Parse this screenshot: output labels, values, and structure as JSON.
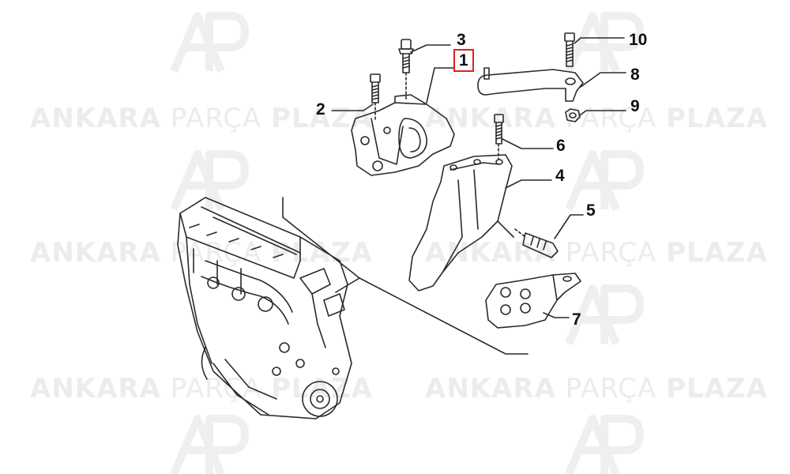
{
  "watermark": {
    "word1": "ANKARA",
    "word2": "PARÇA",
    "word3": "PLAZA",
    "logo_icon": "ap-logo-icon"
  },
  "callouts": [
    {
      "id": "1",
      "label": "1",
      "selected": true
    },
    {
      "id": "2",
      "label": "2"
    },
    {
      "id": "3",
      "label": "3"
    },
    {
      "id": "4",
      "label": "4"
    },
    {
      "id": "5",
      "label": "5"
    },
    {
      "id": "6",
      "label": "6"
    },
    {
      "id": "7",
      "label": "7"
    },
    {
      "id": "8",
      "label": "8"
    },
    {
      "id": "9",
      "label": "9"
    },
    {
      "id": "10",
      "label": "10"
    }
  ],
  "colors": {
    "line": "#2a2a2a",
    "highlight": "#e02020",
    "watermark": "#ececec"
  }
}
